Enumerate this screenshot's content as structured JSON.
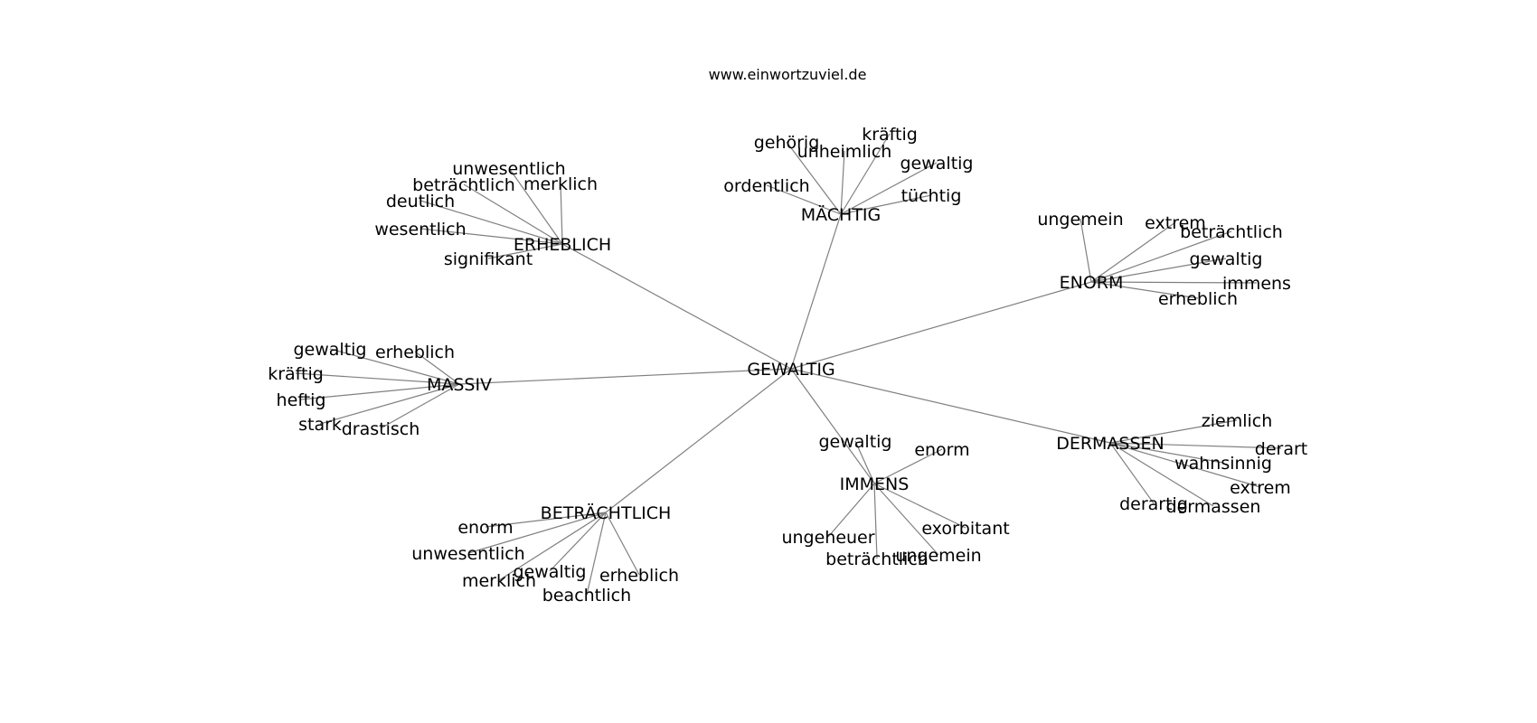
{
  "source": "www.einwortzuviel.de",
  "center": "GEWALTIG",
  "clusters": [
    {
      "word": "ERHEBLICH",
      "synonyms": [
        "unwesentlich",
        "beträchtlich",
        "merklich",
        "deutlich",
        "wesentlich",
        "signifikant"
      ]
    },
    {
      "word": "MÄCHTIG",
      "synonyms": [
        "gehörig",
        "unheimlich",
        "kräftig",
        "gewaltig",
        "ordentlich",
        "tüchtig"
      ]
    },
    {
      "word": "ENORM",
      "synonyms": [
        "ungemein",
        "extrem",
        "beträchtlich",
        "gewaltig",
        "immens",
        "erheblich"
      ]
    },
    {
      "word": "MASSIV",
      "synonyms": [
        "gewaltig",
        "erheblich",
        "kräftig",
        "heftig",
        "stark",
        "drastisch"
      ]
    },
    {
      "word": "DERMASSEN",
      "synonyms": [
        "ziemlich",
        "derart",
        "wahnsinnig",
        "extrem",
        "derartig",
        "dermassen"
      ]
    },
    {
      "word": "IMMENS",
      "synonyms": [
        "gewaltig",
        "enorm",
        "exorbitant",
        "ungeheuer",
        "beträchtlich",
        "ungemein"
      ]
    },
    {
      "word": "BETRÄCHTLICH",
      "synonyms": [
        "enorm",
        "unwesentlich",
        "gewaltig",
        "erheblich",
        "merklich",
        "beachtlich"
      ]
    }
  ]
}
